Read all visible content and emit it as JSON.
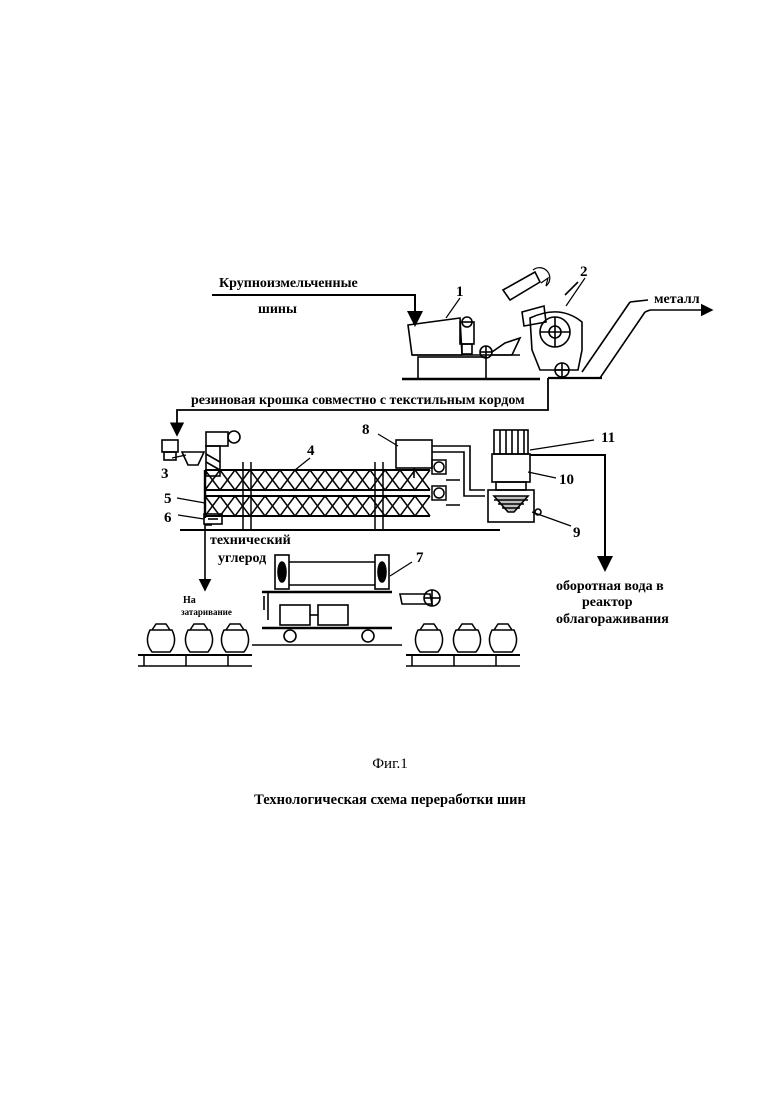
{
  "labels": {
    "input_line1": "Крупноизмельченные",
    "input_line2": "шины",
    "metal": "металл",
    "crumb": "резиновая крошка совместно с текстильным кордом",
    "carbon_line1": "технический",
    "carbon_line2": "углерод",
    "packing_line1": "На",
    "packing_line2": "затаривание",
    "water_line1": "оборотная вода в",
    "water_line2": "реактор",
    "water_line3": "облагораживания"
  },
  "numbers": {
    "n1": "1",
    "n2": "2",
    "n3": "3",
    "n4": "4",
    "n5": "5",
    "n6": "6",
    "n7": "7",
    "n8": "8",
    "n9": "9",
    "n10": "10",
    "n11": "11"
  },
  "caption": {
    "figure": "Фиг.1",
    "title": "Технологическая схема переработки шин"
  }
}
